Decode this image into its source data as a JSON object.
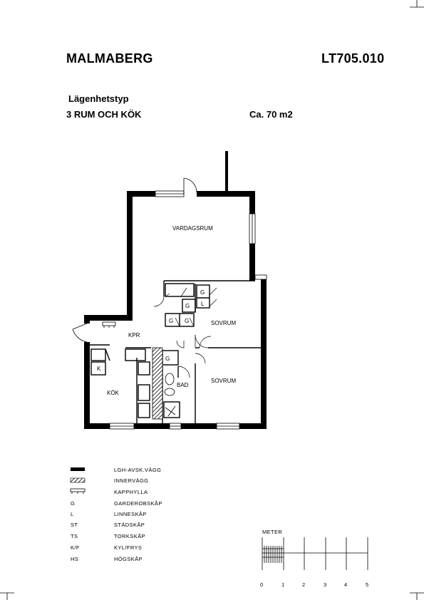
{
  "header": {
    "project": "MALMABERG",
    "code": "LT705.010",
    "type_label": "Lägenhetstyp",
    "type_value": "3 RUM OCH KÖK",
    "area": "Ca. 70 m2"
  },
  "rooms": {
    "living": "VARDAGSRUM",
    "hall": "KPR",
    "bedroom1": "SOVRUM",
    "bedroom2": "SOVRUM",
    "kitchen": "KÖK",
    "bath": "BAD"
  },
  "closets": {
    "g": "G",
    "l": "L",
    "kf": "K"
  },
  "legend": [
    {
      "symbol": "LGH-AVSK.VÄGG",
      "code": "",
      "label": "LGH-AVSK.VÄGG"
    },
    {
      "symbol": "INNERVÄGG",
      "code": "",
      "label": "INNERVÄGG"
    },
    {
      "symbol": "KAPPHYLLA",
      "code": "",
      "label": "KAPPHYLLA"
    },
    {
      "code": "G",
      "label": "GARDEROBSKÅP"
    },
    {
      "code": "L",
      "label": "LINNESKÅP"
    },
    {
      "code": "ST",
      "label": "STÄDSKÅP"
    },
    {
      "code": "TS",
      "label": "TORKSKÅP"
    },
    {
      "code": "K/F",
      "label": "KYL/FRYS"
    },
    {
      "code": "HS",
      "label": "HÖGSKÅP"
    }
  ],
  "scale": {
    "title": "METER",
    "ticks": [
      "0",
      "1",
      "2",
      "3",
      "4",
      "5"
    ]
  }
}
